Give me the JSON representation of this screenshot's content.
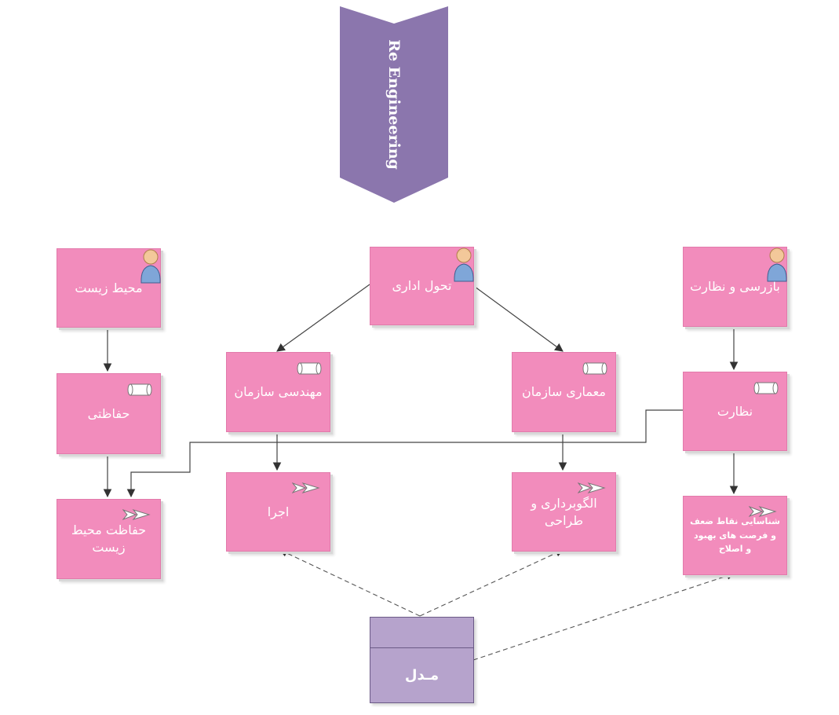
{
  "banner": {
    "label": "Re Engineering",
    "color": "#8b76ad"
  },
  "model": {
    "label": "مـدل",
    "color": "#b6a3cc"
  },
  "nodes": {
    "mohit_zist": {
      "label": "محیط زیست",
      "icon": "person-icon"
    },
    "hefazati": {
      "label": "حفاظتی",
      "icon": "cylinder-icon"
    },
    "hefazat_mohit_zist": {
      "label": "حفاظت محیط زیست",
      "icon": "double-arrow-icon"
    },
    "tahavol_edari": {
      "label": "تحول اداری",
      "icon": "person-icon"
    },
    "mohandesi_sazman": {
      "label": "مهندسی سازمان",
      "icon": "cylinder-icon"
    },
    "memari_sazman": {
      "label": "معماری سازمان",
      "icon": "cylinder-icon"
    },
    "ejra": {
      "label": "اجرا",
      "icon": "double-arrow-icon"
    },
    "olgobardari": {
      "label": "الگوبرداری و طراحی",
      "icon": "double-arrow-icon"
    },
    "bazresi": {
      "label": "بازرسی و نظارت",
      "icon": "person-icon"
    },
    "nezarat": {
      "label": "نظارت",
      "icon": "cylinder-icon"
    },
    "shenasaei": {
      "label": "شناسایی نقاط ضعف و فرصت های بهبود و اصلاح",
      "icon": "double-arrow-icon"
    }
  },
  "colors": {
    "node_fill": "#f28cbc",
    "connector": "#444444",
    "dashed": "#555555"
  }
}
